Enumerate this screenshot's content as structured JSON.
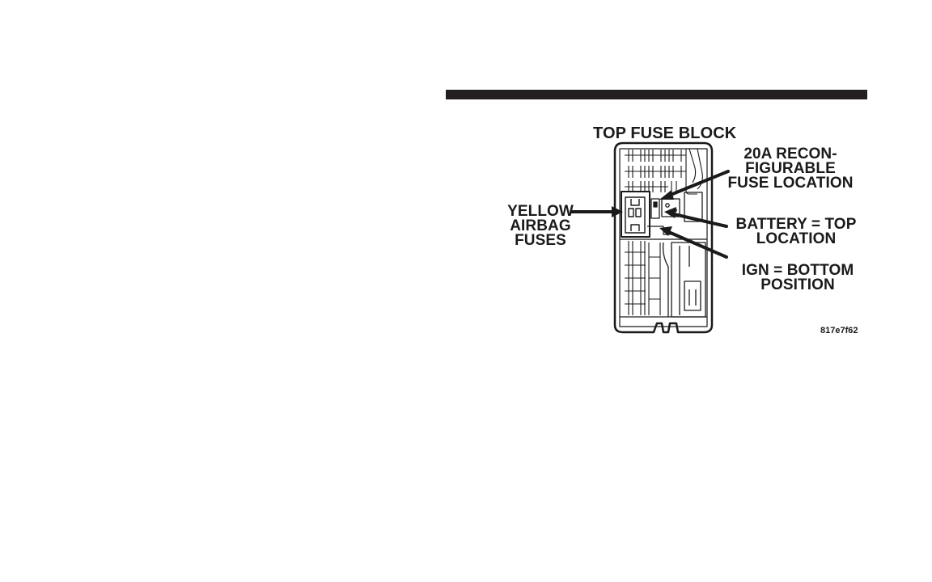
{
  "header": {
    "bar_color": "#231f20"
  },
  "diagram": {
    "title": "TOP FUSE BLOCK",
    "callouts": {
      "recon_fuse": "20A RECON-\nFIGURABLE\nFUSE LOCATION",
      "yellow_airbag": "YELLOW\nAIRBAG\nFUSES",
      "battery_top": "BATTERY = TOP\nLOCATION",
      "ign_bottom": "IGN = BOTTOM\nPOSITION"
    },
    "figure_code": "817e7f62",
    "line_color": "#1a1a1a"
  }
}
